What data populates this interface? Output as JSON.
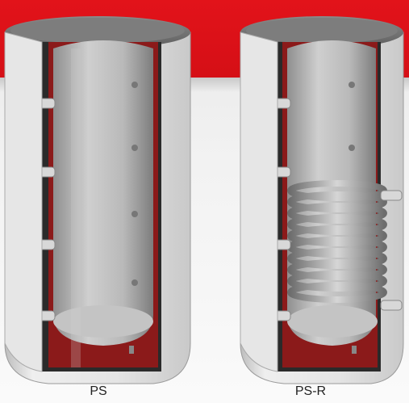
{
  "image": {
    "background_accent": "#e2131a",
    "products": [
      {
        "label": "PS",
        "variant": "plain buffer tank"
      },
      {
        "label": "PS-R",
        "variant": "buffer tank with coil heat exchanger"
      }
    ]
  }
}
